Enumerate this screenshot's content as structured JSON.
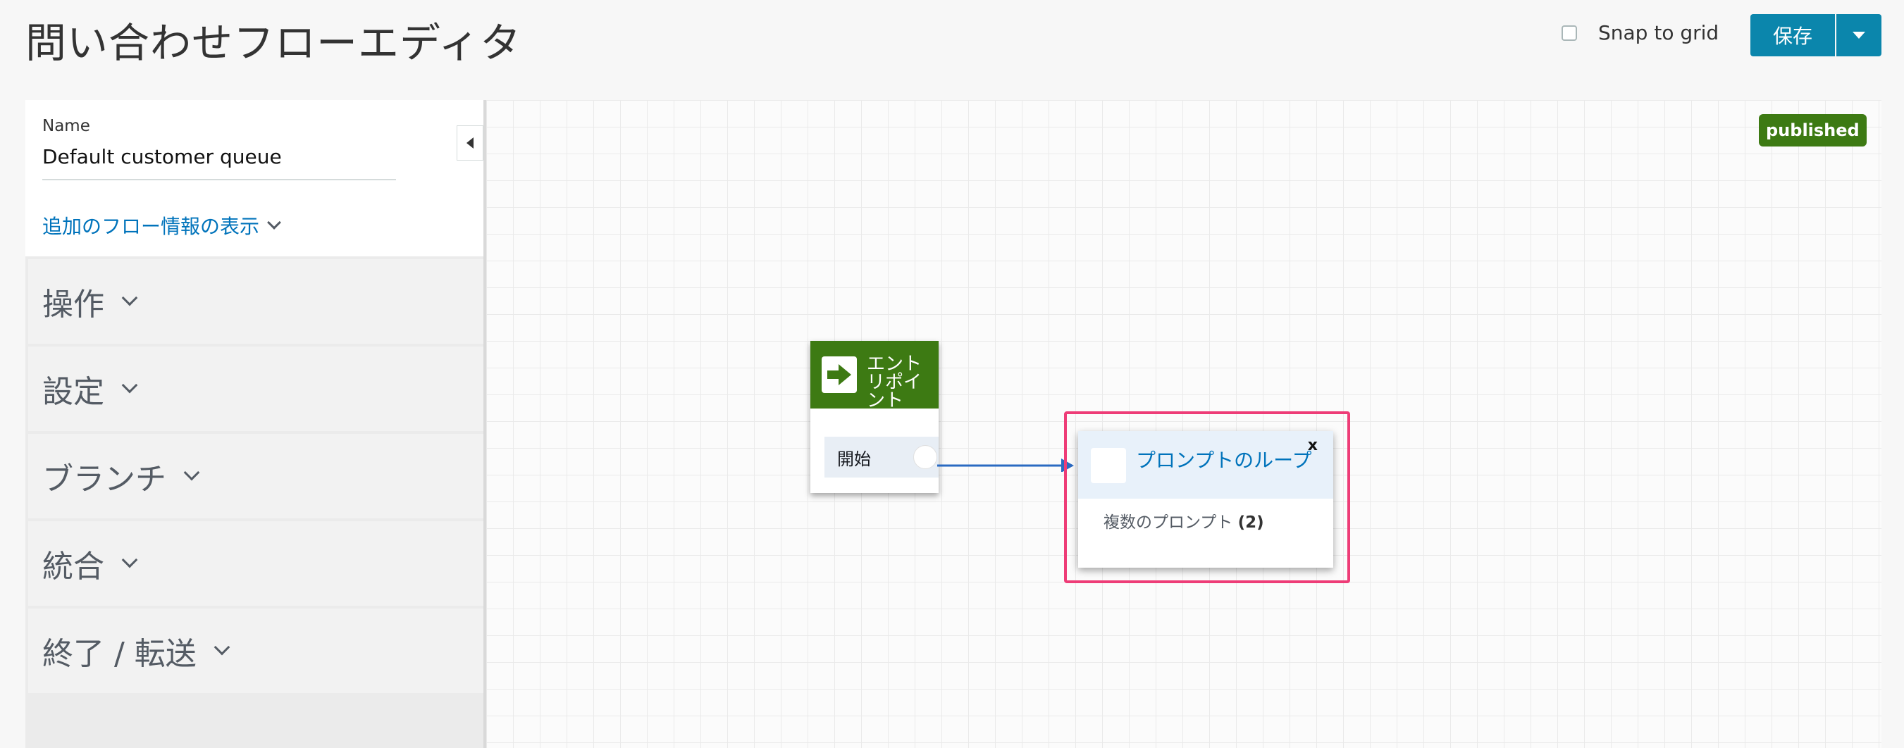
{
  "header": {
    "title": "問い合わせフローエディタ",
    "snap_label": "Snap to grid",
    "save_label": "保存"
  },
  "panel": {
    "name_label": "Name",
    "name_value": "Default customer queue",
    "more_info": "追加のフロー情報の表示",
    "categories": [
      {
        "label": "操作"
      },
      {
        "label": "設定"
      },
      {
        "label": "ブランチ"
      },
      {
        "label": "統合"
      },
      {
        "label": "終了 / 転送"
      }
    ]
  },
  "canvas": {
    "status_badge": "published",
    "entry_node": {
      "title": "エントリポイント",
      "start_label": "開始"
    },
    "loop_node": {
      "title": "プロンプトのループ",
      "close": "x",
      "body_text": "複数のプロンプト",
      "body_count": "(2)"
    }
  },
  "colors": {
    "accent": "#0b86ac",
    "published": "#3d7a13",
    "highlight": "#ee3c77",
    "link": "#0073bb"
  }
}
